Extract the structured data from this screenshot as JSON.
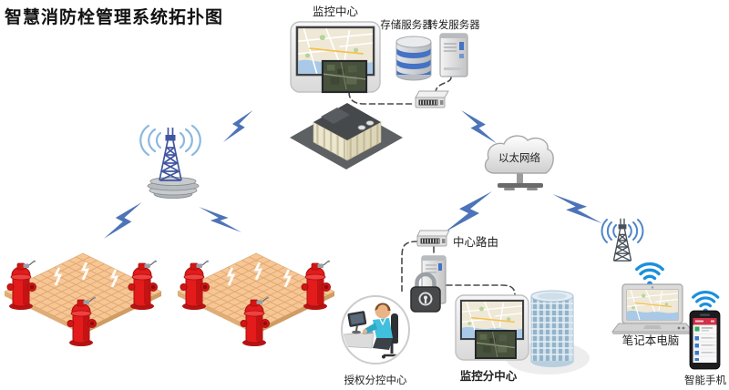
{
  "title": "智慧消防栓管理系统拓扑图",
  "nodes": {
    "monitoring_center": {
      "label": "监控中心"
    },
    "storage_server": {
      "label": "存储服务器"
    },
    "forwarding_server": {
      "label": "转发服务器"
    },
    "ethernet_cloud": {
      "label": "以太网络"
    },
    "center_router": {
      "label": "中心路由"
    },
    "auth_control_center": {
      "label": "授权分控中心"
    },
    "monitoring_subcenter": {
      "label": "监控分中心"
    },
    "laptop": {
      "label": "笔记本电脑"
    },
    "smartphone": {
      "label": "智能手机"
    }
  },
  "colors": {
    "bolt_blue": "#4d74b8",
    "wifi_blue": "#1b8fdd",
    "hydrant_red": "#e31b1b",
    "tower_blue": "#4056a0",
    "tile_tan": "#f6c795",
    "server_band_blue": "#4472c4",
    "phone_header_red": "#cf3148",
    "text": "#1f1f1f"
  }
}
